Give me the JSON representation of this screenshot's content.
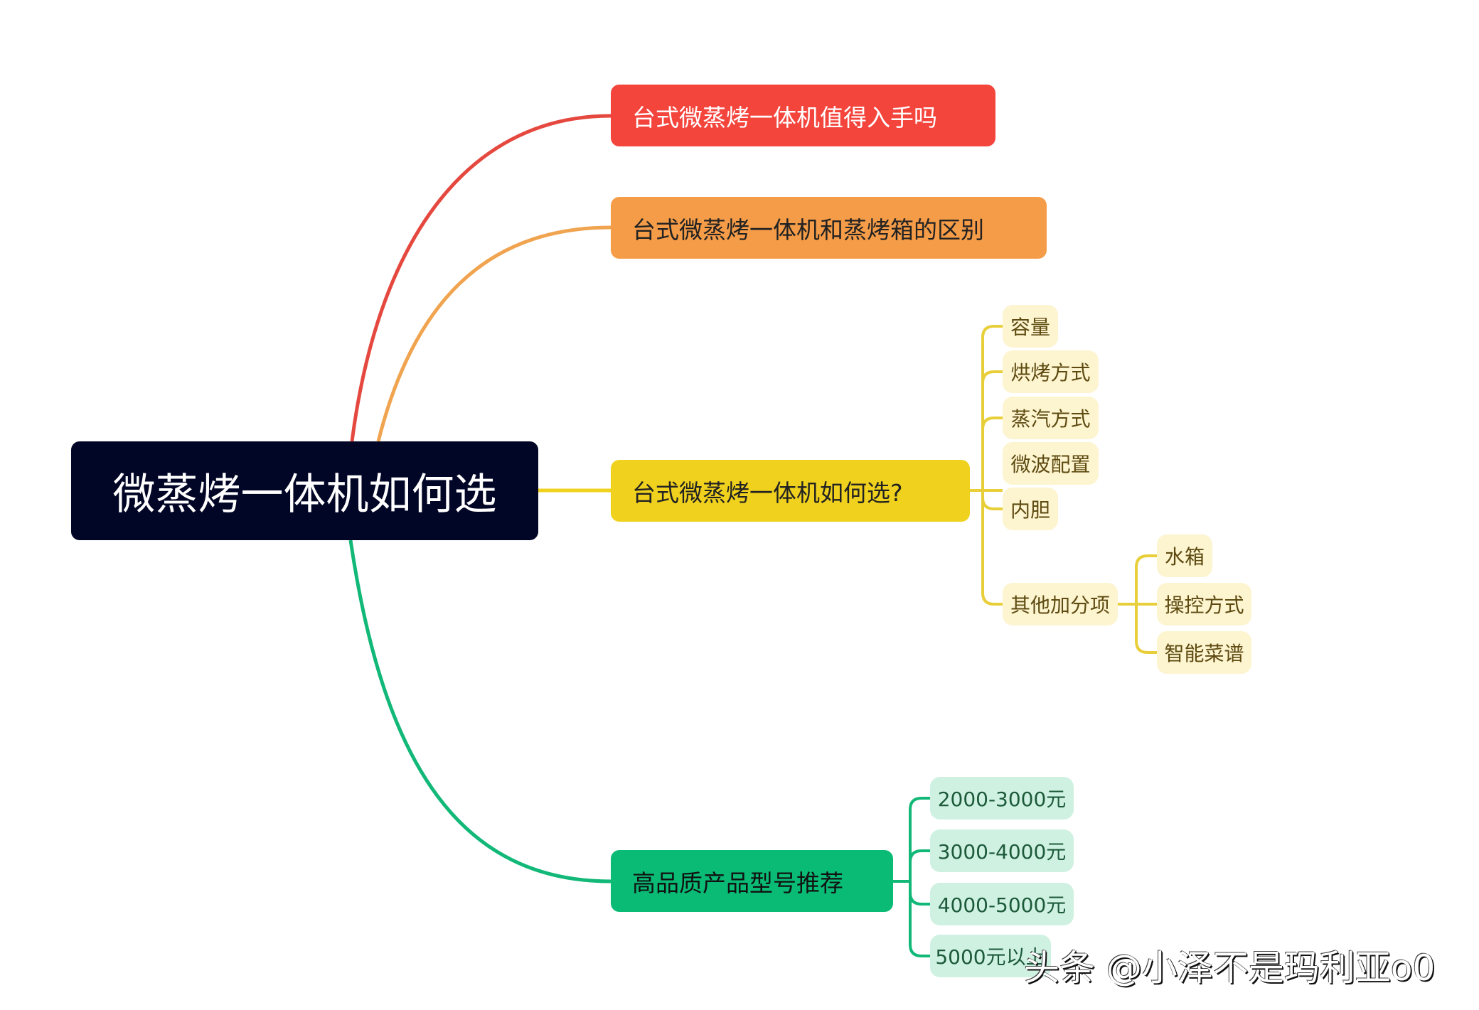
{
  "root": {
    "label": "微蒸烤一体机如何选"
  },
  "branches": [
    {
      "label": "台式微蒸烤一体机值得入手吗",
      "color": "#f4453d"
    },
    {
      "label": "台式微蒸烤一体机和蒸烤箱的区别",
      "color": "#f59c48"
    },
    {
      "label": "台式微蒸烤一体机如何选?",
      "color": "#f0d21e",
      "children": [
        {
          "label": "容量"
        },
        {
          "label": "烘烤方式"
        },
        {
          "label": "蒸汽方式"
        },
        {
          "label": "微波配置"
        },
        {
          "label": "内胆"
        },
        {
          "label": "其他加分项",
          "children": [
            {
              "label": "水箱"
            },
            {
              "label": "操控方式"
            },
            {
              "label": "智能菜谱"
            }
          ]
        }
      ]
    },
    {
      "label": "高品质产品型号推荐",
      "color": "#0abb76",
      "children": [
        {
          "label": "2000-3000元"
        },
        {
          "label": "3000-4000元"
        },
        {
          "label": "4000-5000元"
        },
        {
          "label": "5000元以上"
        }
      ]
    }
  ],
  "watermark": "头条 @小泽不是玛利亚o0"
}
